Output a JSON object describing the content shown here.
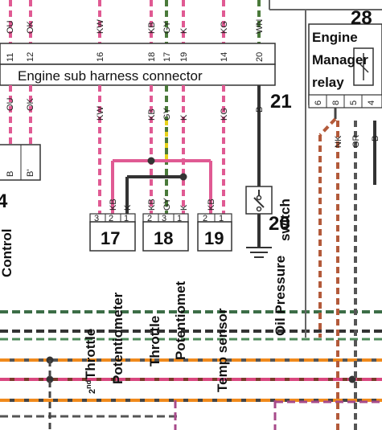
{
  "connector": {
    "label": "Engine sub harness connector",
    "pins": [
      "11",
      "12",
      "16",
      "18",
      "17",
      "19",
      "14",
      "20"
    ]
  },
  "wires": {
    "upper": [
      "OU",
      "OK",
      "KW",
      "KB",
      "GY",
      "K",
      "KG",
      "WN"
    ],
    "lower": [
      "OU",
      "OK",
      "KW",
      "KB",
      "GY",
      "K",
      "KG",
      "B"
    ]
  },
  "components": {
    "c4": {
      "number": "4",
      "label": "Control",
      "pins": [
        "B",
        "B'"
      ]
    },
    "c17": {
      "number": "17",
      "pins": [
        "3",
        "2",
        "1"
      ],
      "codes": [
        "KB",
        "K"
      ],
      "label_sup_num": "2",
      "label_sup_ord": "nd",
      "label_line1": "Throttle",
      "label_line2": "Potentiometer"
    },
    "c18": {
      "number": "18",
      "pins": [
        "2",
        "3",
        "1"
      ],
      "codes": [
        "KB",
        "GY",
        "K"
      ],
      "label_line1": "Throttle",
      "label_line2": "Potentiomet"
    },
    "c19": {
      "number": "19",
      "pins": [
        "2",
        "1"
      ],
      "codes": [
        "KB"
      ],
      "label": "Temp  sensor"
    },
    "c20": {
      "number": "20",
      "label_line1": "Oil Pressure",
      "label_line2": "switch"
    },
    "c21": {
      "number": "21"
    },
    "c28": {
      "number": "28",
      "label_line1": "Engine",
      "label_line2": "Manager",
      "label_line3": "relay",
      "pins": [
        "6",
        "8",
        "5",
        "4"
      ],
      "codes": [
        "NK",
        "GR",
        "B"
      ]
    }
  }
}
